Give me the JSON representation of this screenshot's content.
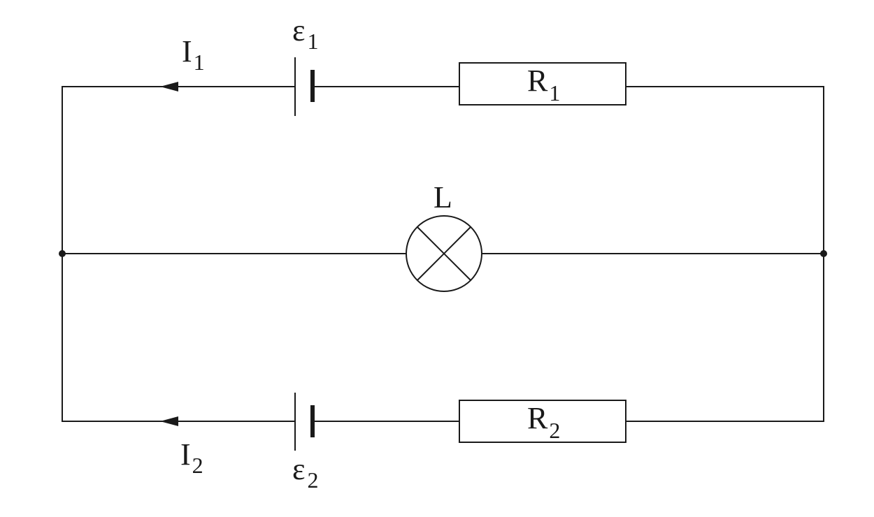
{
  "labels": {
    "emf1": {
      "main": "ε",
      "sub": "1"
    },
    "emf2": {
      "main": "ε",
      "sub": "2"
    },
    "current1": {
      "main": "I",
      "sub": "1"
    },
    "current2": {
      "main": "I",
      "sub": "2"
    },
    "resistor1": {
      "main": "R",
      "sub": "1"
    },
    "resistor2": {
      "main": "R",
      "sub": "2"
    },
    "lamp": "L"
  },
  "colors": {
    "line": "#1a1a1a",
    "background": "#ffffff"
  }
}
